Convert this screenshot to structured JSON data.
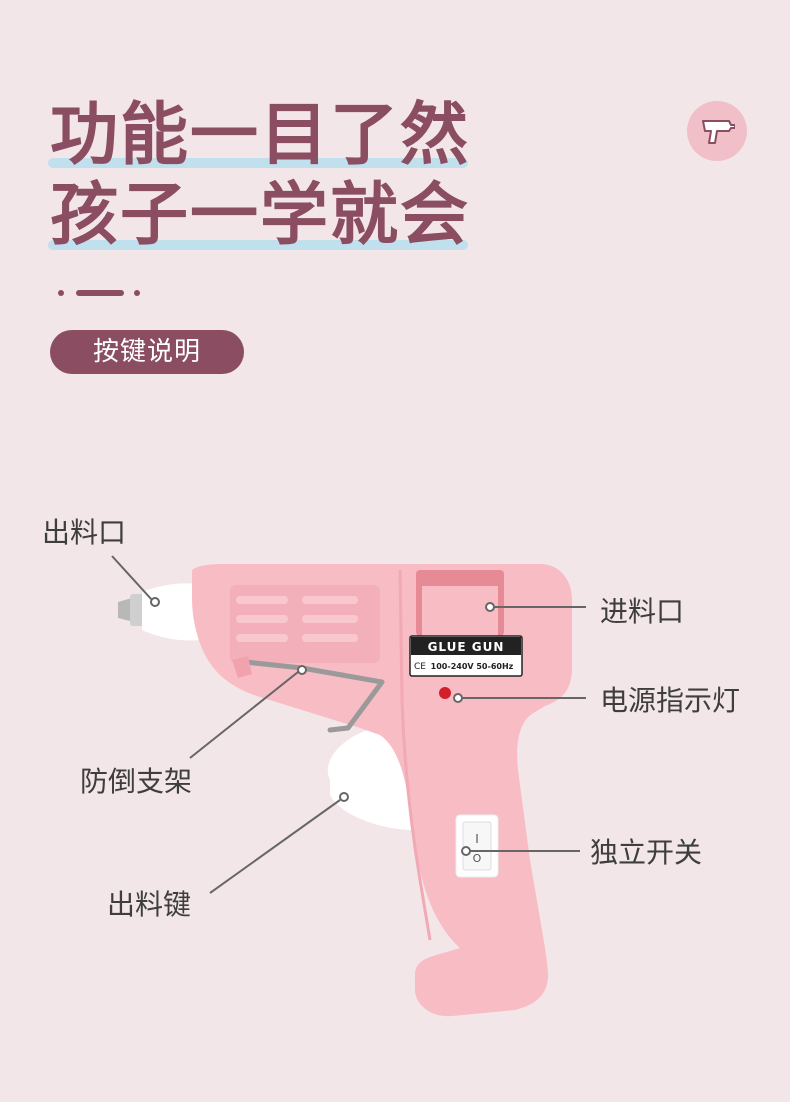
{
  "headline": {
    "line1": "功能一目了然",
    "line2": "孩子一学就会"
  },
  "tag_label": "按键说明",
  "product_sticker": {
    "brand": "GLUE  GUN",
    "cert": "CE",
    "spec": "100-240V  50-60Hz"
  },
  "callouts": {
    "outlet": "出料口",
    "inlet": "进料口",
    "power_light": "电源指示灯",
    "stand": "防倒支架",
    "trigger": "出料键",
    "switch": "独立开关"
  },
  "switch_marks": {
    "on": "I",
    "off": "O"
  },
  "colors": {
    "background": "#f3e6e8",
    "accent": "#8a4d62",
    "highlight": "#bfe0ec",
    "gun_body": "#f7bcc4",
    "badge": "#f0bfc8"
  },
  "icons": [
    "glue-gun-icon"
  ]
}
